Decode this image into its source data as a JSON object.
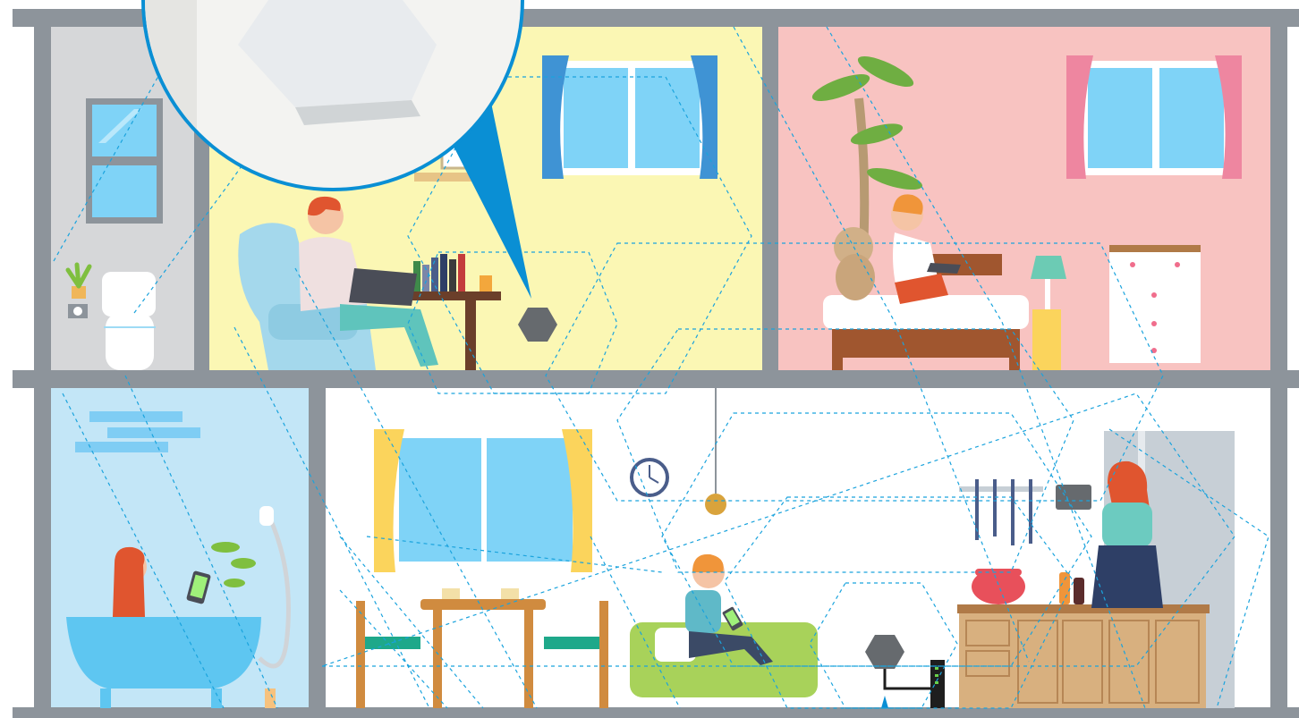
{
  "scene": {
    "title": "",
    "rooms": [
      {
        "id": "restroom",
        "wall_color": "#d6d7d9"
      },
      {
        "id": "study",
        "wall_color": "#fbf7b4"
      },
      {
        "id": "bedroom",
        "wall_color": "#f8c3c1"
      },
      {
        "id": "bathroom",
        "wall_color": "#c3e6f7"
      },
      {
        "id": "living-kitchen",
        "wall_color": "#ffffff"
      }
    ],
    "colors": {
      "frame": "#8d949b",
      "wifi_lines": "#1aa3dd",
      "magnifier_ring": "#0a8fd4",
      "mesh_node": "#666a6e",
      "window_glass": "#7fd3f7"
    },
    "icons": [
      "mesh-wifi-node-icon",
      "router-icon",
      "smartphone-icon",
      "laptop-icon",
      "tablet-icon",
      "clock-icon"
    ]
  }
}
